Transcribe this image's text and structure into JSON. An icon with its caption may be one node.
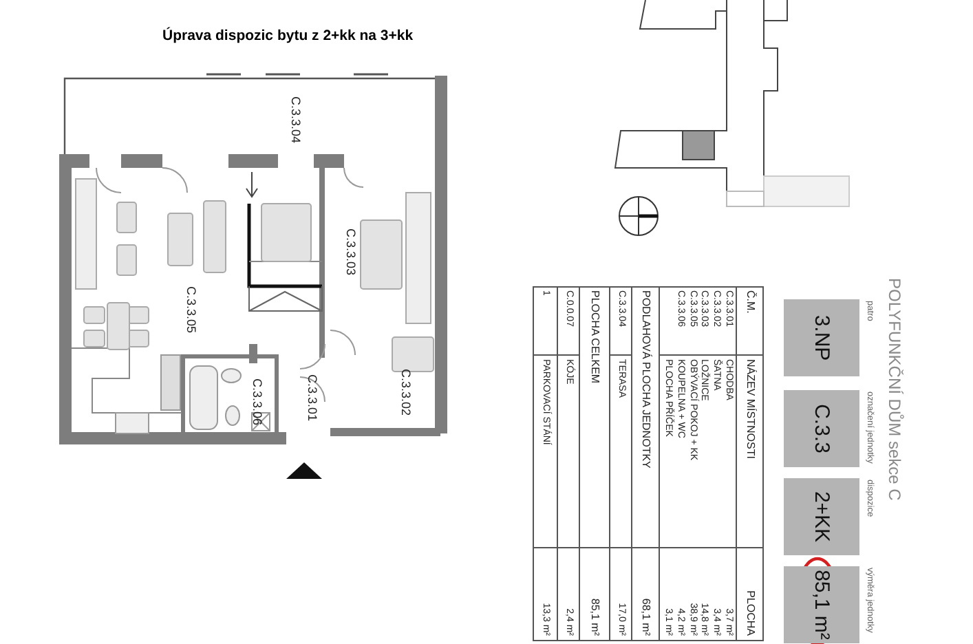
{
  "diagram": {
    "title": "Úprava dispozic bytu z 2+kk na 3+kk",
    "nodes": [
      {
        "text": [
          "3.NP"
        ],
        "beside": [
          "patro"
        ]
      },
      {
        "text": [
          "C.3.3"
        ],
        "beside": [
          "označení jednotky"
        ]
      },
      {
        "text": [
          "2+KK"
        ],
        "beside": [
          "dispozice"
        ]
      },
      {
        "text": [
          "85,1 m²"
        ],
        "beside": [
          "výměra jednotky"
        ]
      }
    ],
    "labels": [
      "C.3.3.04",
      "C.3.3.03",
      "C.3.3.05",
      "C.3.3.06",
      "C.3.3.01",
      "C.3.3.02",
      "Č.M.",
      "NÁZEV MÍSTNOSTI",
      "PLOCHA",
      "C.3.3.01",
      "CHODBA",
      "3,7 m²",
      "C.3.3.02",
      "ŠATNA",
      "3,4 m²",
      "C.3.3.03",
      "LOŽNICE",
      "14,8 m²",
      "C.3.3.05",
      "OBÝVACÍ POKOJ + KK",
      "38,9 m²",
      "C.3.3.06",
      "KOUPELNA + WC",
      "4,2 m²",
      "PLOCHA PŘÍČEK",
      "3,1 m²",
      "PODLAHOVÁ PLOCHA JEDNOTKY",
      "68,1 m²",
      "C.3.3.04",
      "TERASA",
      "17,0 m²",
      "PLOCHA CELKEM",
      "85,1 m²",
      "C.0.0.07",
      "KÓJE",
      "2,4 m²",
      "1",
      "PARKOVACÍ STÁNÍ",
      "13,3 m²",
      "POLYFUNKČNÍ DŮM sekce C"
    ]
  }
}
